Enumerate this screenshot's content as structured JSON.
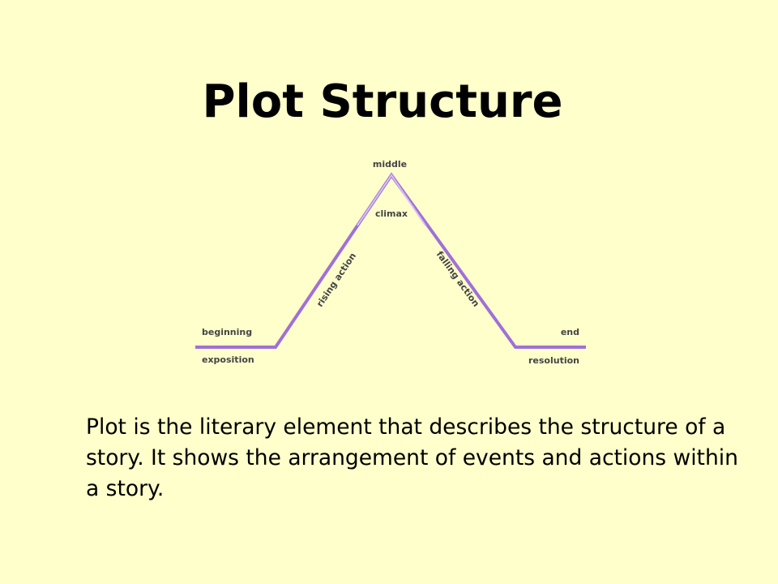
{
  "title": "Plot Structure",
  "diagram": {
    "labels": {
      "middle": "middle",
      "climax": "climax",
      "rising": "rising action",
      "falling": "falling action",
      "beginning": "beginning",
      "exposition": "exposition",
      "end": "end",
      "resolution": "resolution"
    },
    "line_color": "#a070d8",
    "line_highlight": "#d8c0f0"
  },
  "description": "Plot is the literary element that describes the structure of a story. It shows the arrangement of events and actions within a story."
}
